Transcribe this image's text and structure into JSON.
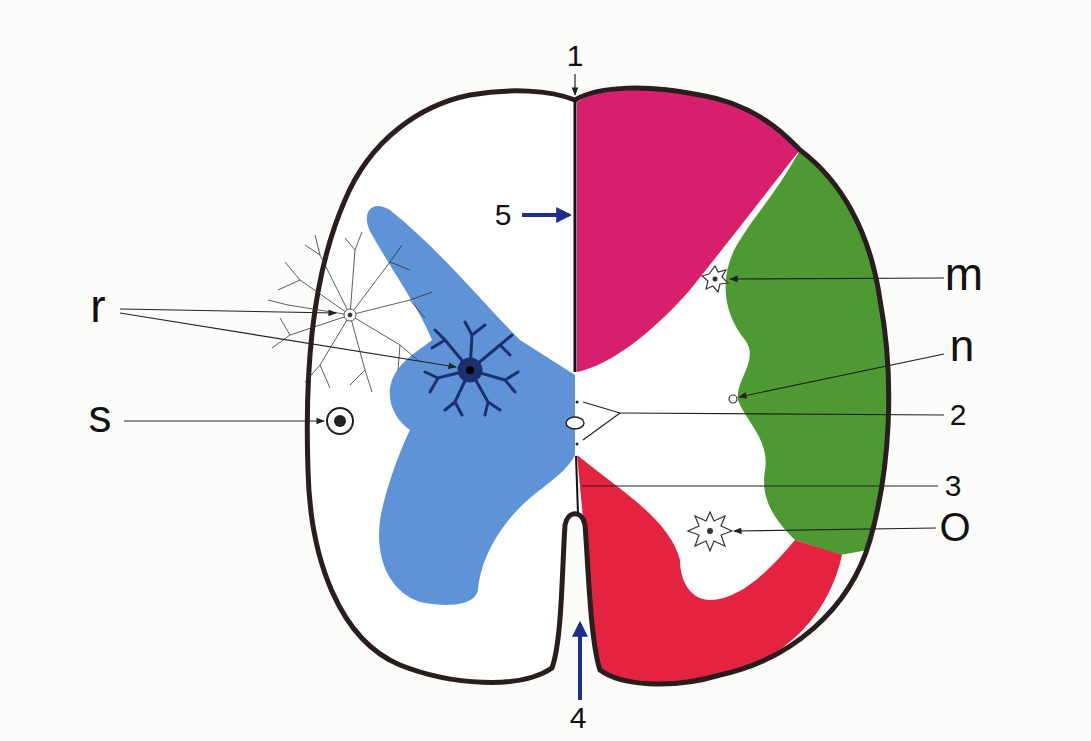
{
  "diagram": {
    "labels": [
      "1",
      "5",
      "r",
      "m",
      "n",
      "s",
      "2",
      "3",
      "O",
      "4"
    ]
  }
}
